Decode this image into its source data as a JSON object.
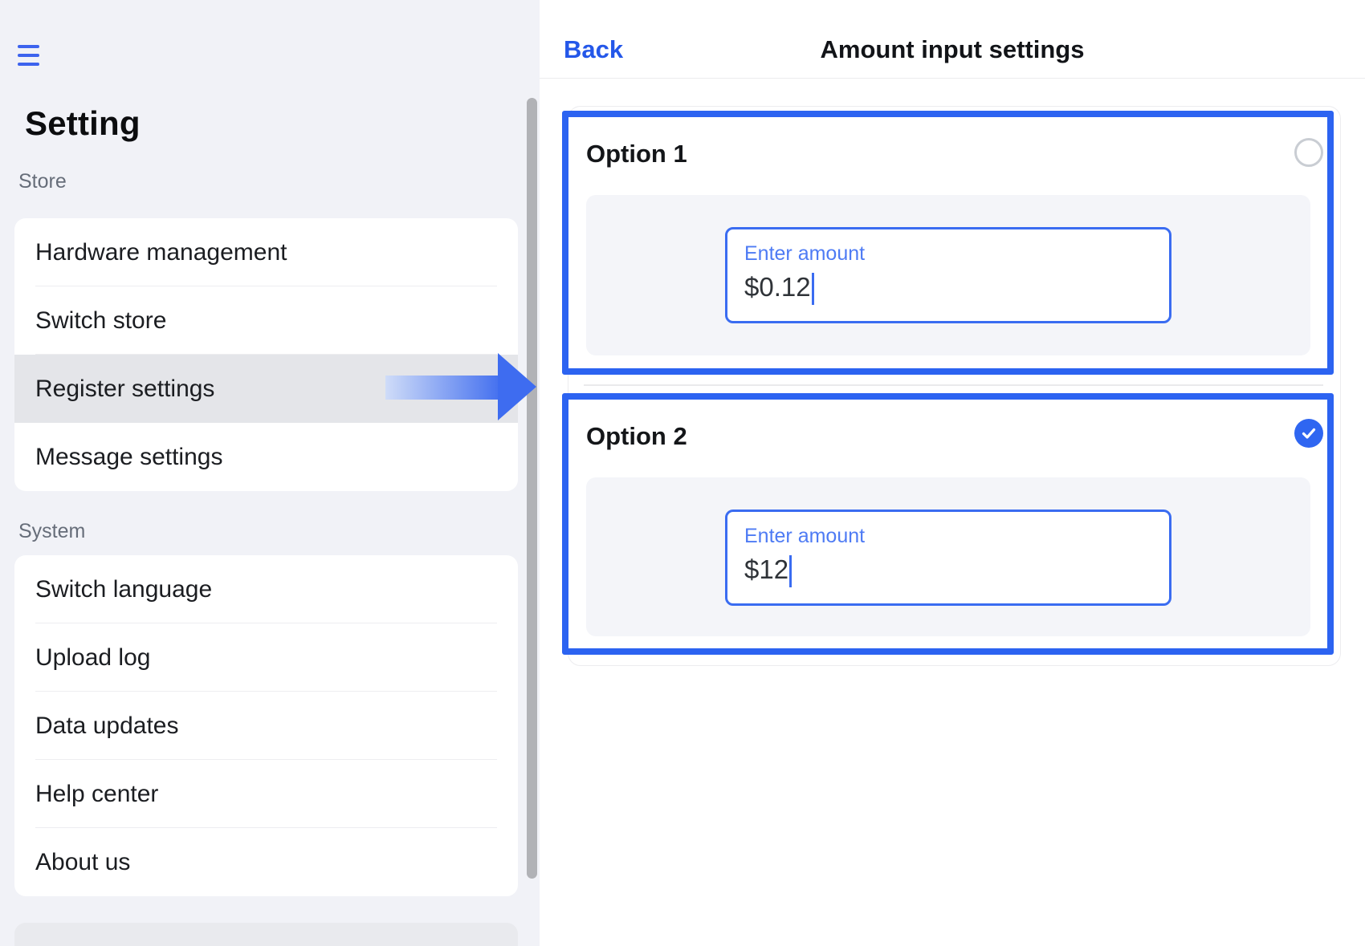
{
  "sidebar": {
    "title": "Setting",
    "sections": [
      {
        "label": "Store",
        "items": [
          {
            "label": "Hardware management",
            "active": false
          },
          {
            "label": "Switch store",
            "active": false
          },
          {
            "label": "Register settings",
            "active": true
          },
          {
            "label": "Message settings",
            "active": false
          }
        ]
      },
      {
        "label": "System",
        "items": [
          {
            "label": "Switch language",
            "active": false
          },
          {
            "label": "Upload log",
            "active": false
          },
          {
            "label": "Data updates",
            "active": false
          },
          {
            "label": "Help center",
            "active": false
          },
          {
            "label": "About us",
            "active": false
          }
        ]
      }
    ]
  },
  "header": {
    "back_label": "Back",
    "title": "Amount input settings"
  },
  "options": [
    {
      "label": "Option 1",
      "selected": false,
      "input": {
        "label": "Enter amount",
        "value": "$0.12"
      }
    },
    {
      "label": "Option 2",
      "selected": true,
      "input": {
        "label": "Enter amount",
        "value": "$12"
      }
    }
  ],
  "icons": [
    "menu-icon",
    "radio-unchecked-icon",
    "radio-checked-icon",
    "checkmark-icon",
    "pointer-arrow-icon"
  ],
  "colors": {
    "sidebar_bg": "#f1f2f7",
    "active_row": "#e4e5e9",
    "accent_blue": "#2c63f1",
    "hamburger_blue": "#3d63ee",
    "back_link_blue": "#2457e9",
    "input_border_blue": "#3a6cf1",
    "input_label_blue": "#4e7bf4",
    "check_fill_blue": "#2f66f1",
    "inner_panel_gray": "#f4f5f9",
    "scrollbar_gray": "#b1b2b6"
  }
}
